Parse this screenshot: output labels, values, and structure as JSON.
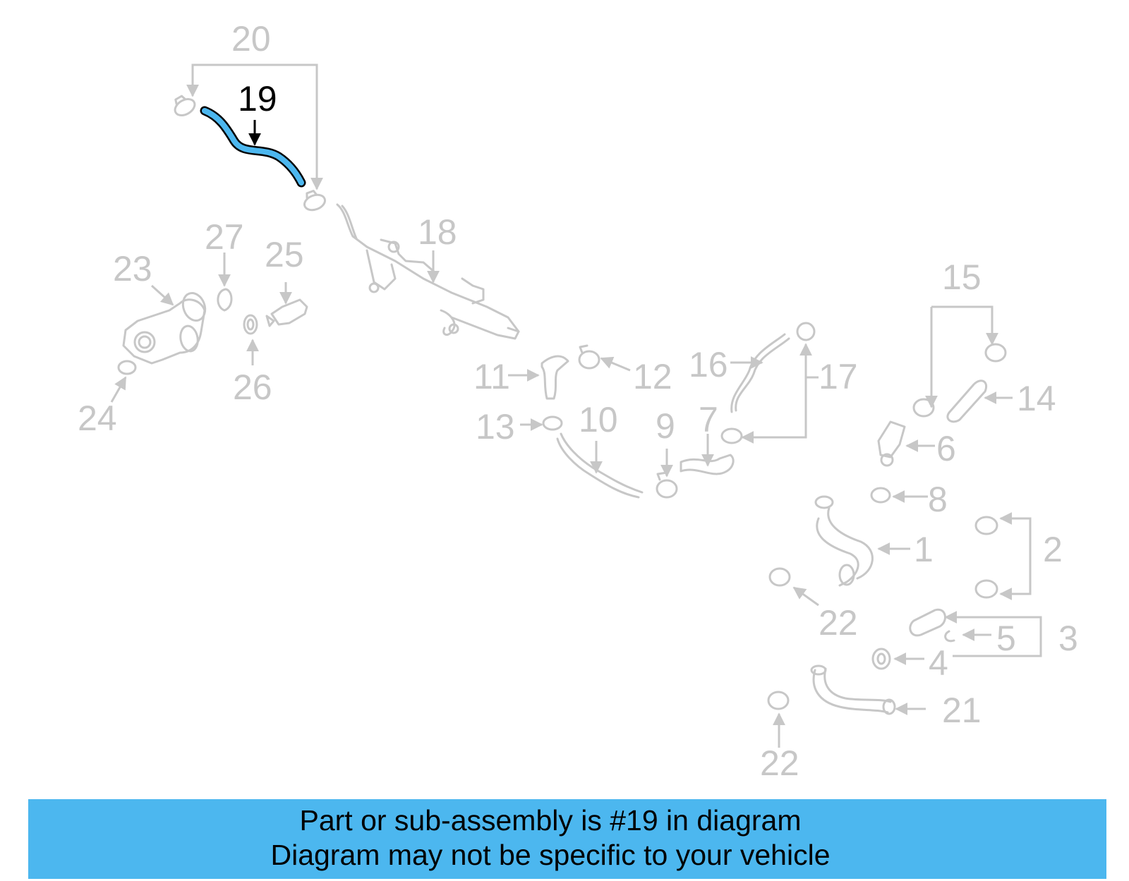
{
  "colors": {
    "banner_bg": "#4cb7ef",
    "highlight_part": "#4cb7ef",
    "inactive_lines": "#c7c7c7",
    "active_text": "#000000"
  },
  "highlighted_part": "19",
  "callouts": {
    "c1": "1",
    "c2": "2",
    "c3": "3",
    "c4": "4",
    "c5": "5",
    "c6": "6",
    "c7": "7",
    "c8": "8",
    "c9": "9",
    "c10": "10",
    "c11": "11",
    "c12": "12",
    "c13": "13",
    "c14": "14",
    "c15": "15",
    "c16": "16",
    "c17": "17",
    "c18": "18",
    "c19": "19",
    "c20": "20",
    "c21": "21",
    "c22a": "22",
    "c22b": "22",
    "c23": "23",
    "c24": "24",
    "c25": "25",
    "c26": "26",
    "c27": "27"
  },
  "banner": {
    "line1": "Part or sub-assembly is #19 in diagram",
    "line2": "Diagram may not be specific to your vehicle"
  }
}
